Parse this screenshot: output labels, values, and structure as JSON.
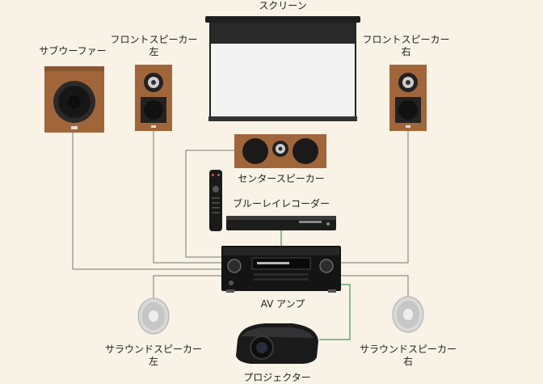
{
  "labels": {
    "screen": "スクリーン",
    "front_left": "フロントスピーカー\n左",
    "front_right": "フロントスピーカー\n右",
    "subwoofer": "サブウーファー",
    "center": "センタースピーカー",
    "recorder": "ブルーレイレコーダー",
    "amp": "AV アンプ",
    "surround_left": "サラウンドスピーカー\n左",
    "surround_right": "サラウンドスピーカー\n右",
    "projector": "プロジェクター"
  },
  "colors": {
    "background": "#f8f3e6",
    "wood": "#a0663a",
    "wire_gray": "#777777",
    "wire_green": "#3c9a4c"
  }
}
